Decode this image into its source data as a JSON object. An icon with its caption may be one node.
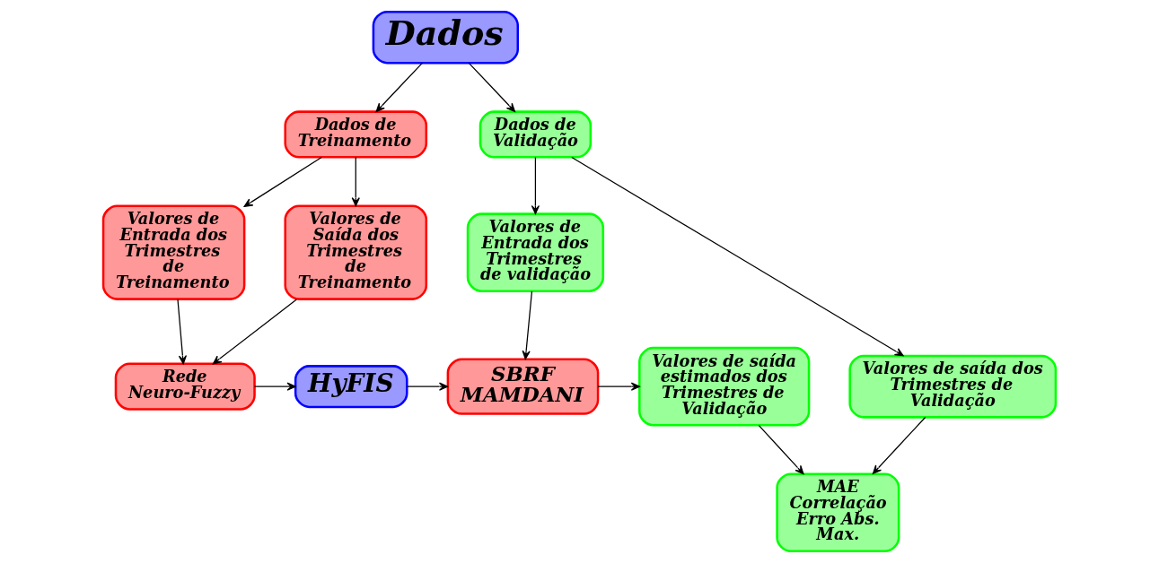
{
  "diagram": {
    "nodes": [
      {
        "text": [
          "Dados"
        ]
      },
      {
        "text": [
          "Dados de Treinamento"
        ]
      },
      {
        "text": [
          "Dados de Validação"
        ]
      },
      {
        "text": [
          "Valores de Entrada dos Trimestres de Treinamento"
        ]
      },
      {
        "text": [
          "Valores de Saída dos Trimestres de Treinamento"
        ]
      },
      {
        "text": [
          "Valores de Entrada dos Trimestres de validação"
        ]
      },
      {
        "text": [
          "Valores de saída dos Trimestres de Validação"
        ]
      },
      {
        "text": [
          "MAE Correlação Erro Abs. Max."
        ]
      },
      {
        "text": [
          "Rede Neuro-Fuzzy"
        ]
      },
      {
        "text": [
          "HyFIS"
        ]
      },
      {
        "text": [
          "SBRF MAMDANI"
        ]
      },
      {
        "text": [
          "Valores de saída estimados dos Trimestres de Validação"
        ]
      }
    ],
    "edges": [
      {
        "from": 0,
        "to": 1,
        "arrow": "to"
      },
      {
        "from": 0,
        "to": 2,
        "arrow": "to"
      },
      {
        "from": 1,
        "to": 3,
        "arrow": "to"
      },
      {
        "from": 1,
        "to": 4,
        "arrow": "to"
      },
      {
        "from": 2,
        "to": 5,
        "arrow": "to"
      },
      {
        "from": 2,
        "to": 6,
        "arrow": "to"
      },
      {
        "from": 3,
        "to": 8,
        "arrow": "to"
      },
      {
        "from": 4,
        "to": 8,
        "arrow": "to"
      },
      {
        "from": 8,
        "to": 9,
        "arrow": "to"
      },
      {
        "from": 9,
        "to": 10,
        "arrow": "to"
      },
      {
        "from": 5,
        "to": 10,
        "arrow": "to"
      },
      {
        "from": 10,
        "to": 11,
        "arrow": "to"
      },
      {
        "from": 6,
        "to": 7,
        "arrow": "to"
      },
      {
        "from": 11,
        "to": 7,
        "arrow": "to"
      }
    ]
  }
}
